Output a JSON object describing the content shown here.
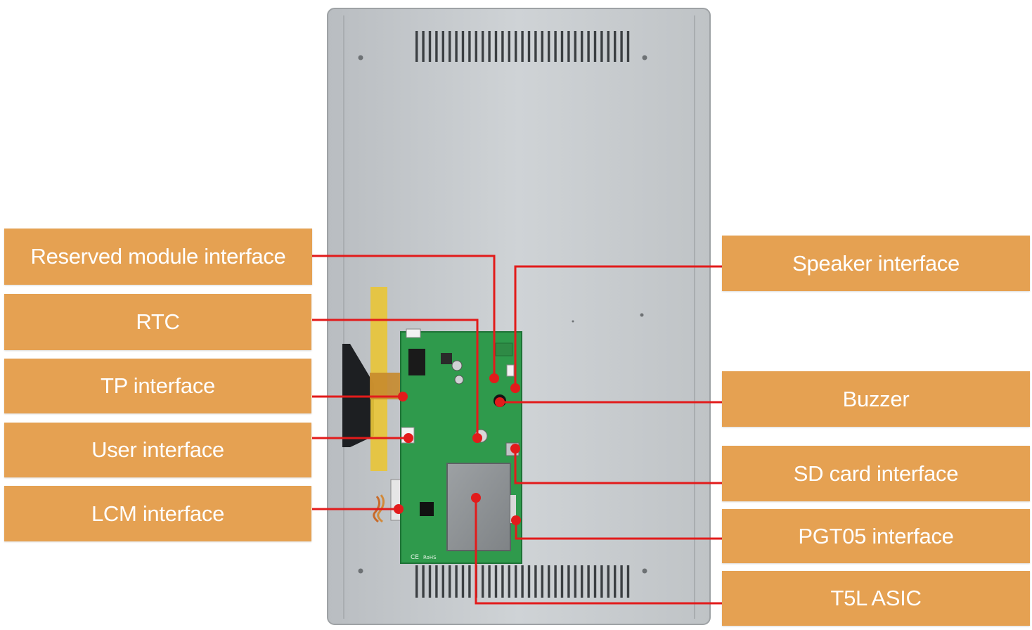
{
  "colors": {
    "label_bg": "#e5a152",
    "label_text": "#ffffff",
    "leader_line": "#e21b1b",
    "marker_dot": "#e21b1b",
    "housing": "#c9cdd0",
    "pcb": "#2f9a4c"
  },
  "labels": {
    "left": [
      {
        "id": "reserved",
        "text": "Reserved module interface"
      },
      {
        "id": "rtc",
        "text": "RTC"
      },
      {
        "id": "tp",
        "text": "TP interface"
      },
      {
        "id": "user",
        "text": "User interface"
      },
      {
        "id": "lcm",
        "text": "LCM interface"
      }
    ],
    "right": [
      {
        "id": "speaker",
        "text": "Speaker interface"
      },
      {
        "id": "buzzer",
        "text": "Buzzer"
      },
      {
        "id": "sd",
        "text": "SD card interface"
      },
      {
        "id": "pgt05",
        "text": "PGT05 interface"
      },
      {
        "id": "t5l",
        "text": "T5L ASIC"
      }
    ]
  },
  "board": {
    "ce_mark": "CE",
    "rohs_mark": "RoHS"
  }
}
